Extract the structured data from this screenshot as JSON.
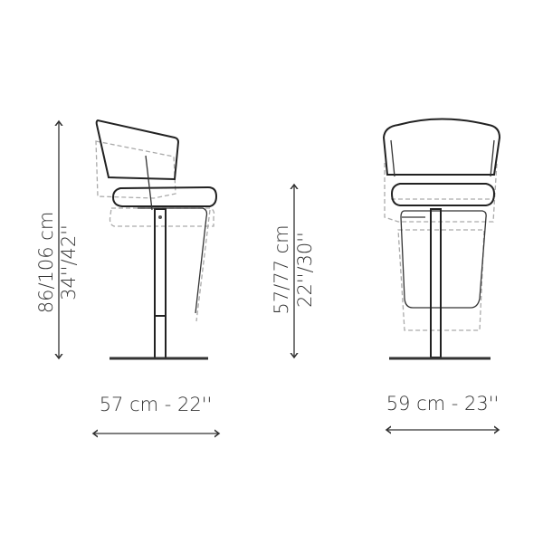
{
  "side_view": {
    "height_label_cm": "86/106 cm",
    "height_label_in": "34''/42''",
    "width_label": "57 cm - 22''"
  },
  "seat_height": {
    "label_cm": "57/77 cm",
    "label_in": "22''/30''"
  },
  "front_view": {
    "width_label": "59 cm - 23''"
  }
}
